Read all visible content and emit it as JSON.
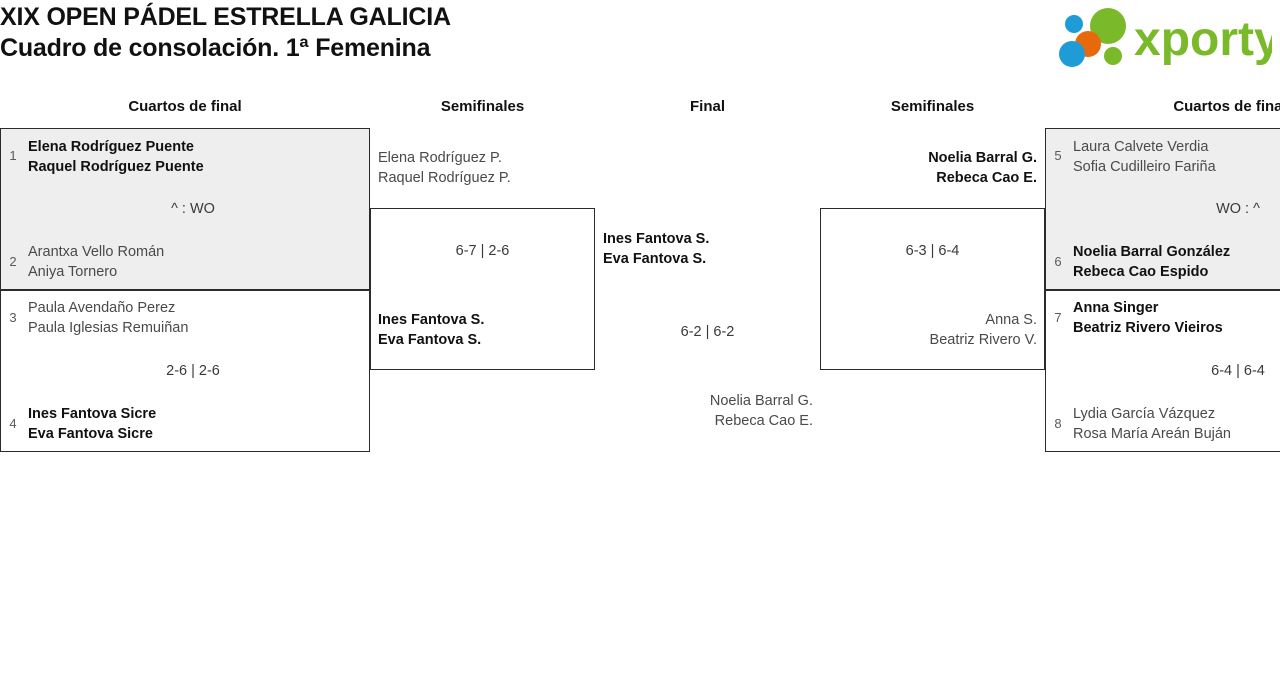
{
  "header": {
    "tournament_title": "XIX OPEN PÁDEL ESTRELLA GALICIA",
    "draw_subtitle": "Cuadro de consolación. 1ª Femenina",
    "logo_text": "xporty",
    "logo_colors": {
      "green": "#7ab929",
      "blue": "#1f9cd8",
      "orange": "#e8690b"
    }
  },
  "round_headers": {
    "quarterfinals_left": "Cuartos de final",
    "semifinals_left": "Semifinales",
    "final": "Final",
    "semifinals_right": "Semifinales",
    "quarterfinals_right": "Cuartos de final"
  },
  "bracket": {
    "quarterfinals_left": [
      {
        "shaded": true,
        "top": {
          "seed": "1",
          "player1": "Elena Rodríguez Puente",
          "player2": "Raquel Rodríguez Puente",
          "winner": true
        },
        "bottom": {
          "seed": "2",
          "player1": "Arantxa Vello Román",
          "player2": "Aniya Tornero",
          "winner": false
        },
        "score": "^ : WO"
      },
      {
        "shaded": false,
        "top": {
          "seed": "3",
          "player1": "Paula Avendaño Perez",
          "player2": "Paula Iglesias Remuiñan",
          "winner": false
        },
        "bottom": {
          "seed": "4",
          "player1": "Ines Fantova Sicre",
          "player2": "Eva Fantova Sicre",
          "winner": true
        },
        "score": "2-6 | 2-6"
      }
    ],
    "semifinal_left": {
      "top": {
        "player1": "Elena Rodríguez P.",
        "player2": "Raquel Rodríguez P.",
        "winner": false
      },
      "bottom": {
        "player1": "Ines Fantova S.",
        "player2": "Eva Fantova S.",
        "winner": true
      },
      "score": "6-7 | 2-6"
    },
    "final": {
      "top": {
        "player1": "Ines Fantova S.",
        "player2": "Eva Fantova S.",
        "winner": true
      },
      "bottom": {
        "player1": "Noelia Barral G.",
        "player2": "Rebeca Cao E.",
        "winner": false
      },
      "score": "6-2 | 6-2"
    },
    "semifinal_right": {
      "top": {
        "player1": "Noelia Barral G.",
        "player2": "Rebeca Cao E.",
        "winner": true
      },
      "bottom": {
        "player1": "Anna S.",
        "player2": "Beatriz Rivero V.",
        "winner": false
      },
      "score": "6-3 | 6-4"
    },
    "quarterfinals_right": [
      {
        "shaded": true,
        "top": {
          "seed": "5",
          "player1": "Laura Calvete Verdia",
          "player2": "Sofia Cudilleiro Fariña",
          "winner": false
        },
        "bottom": {
          "seed": "6",
          "player1": "Noelia Barral González",
          "player2": "Rebeca Cao Espido",
          "winner": true
        },
        "score": "WO : ^"
      },
      {
        "shaded": false,
        "top": {
          "seed": "7",
          "player1": "Anna Singer",
          "player2": "Beatriz Rivero Vieiros",
          "winner": true
        },
        "bottom": {
          "seed": "8",
          "player1": "Lydia García Vázquez",
          "player2": "Rosa María Areán Buján",
          "winner": false
        },
        "score": "6-4 | 6-4"
      }
    ]
  }
}
